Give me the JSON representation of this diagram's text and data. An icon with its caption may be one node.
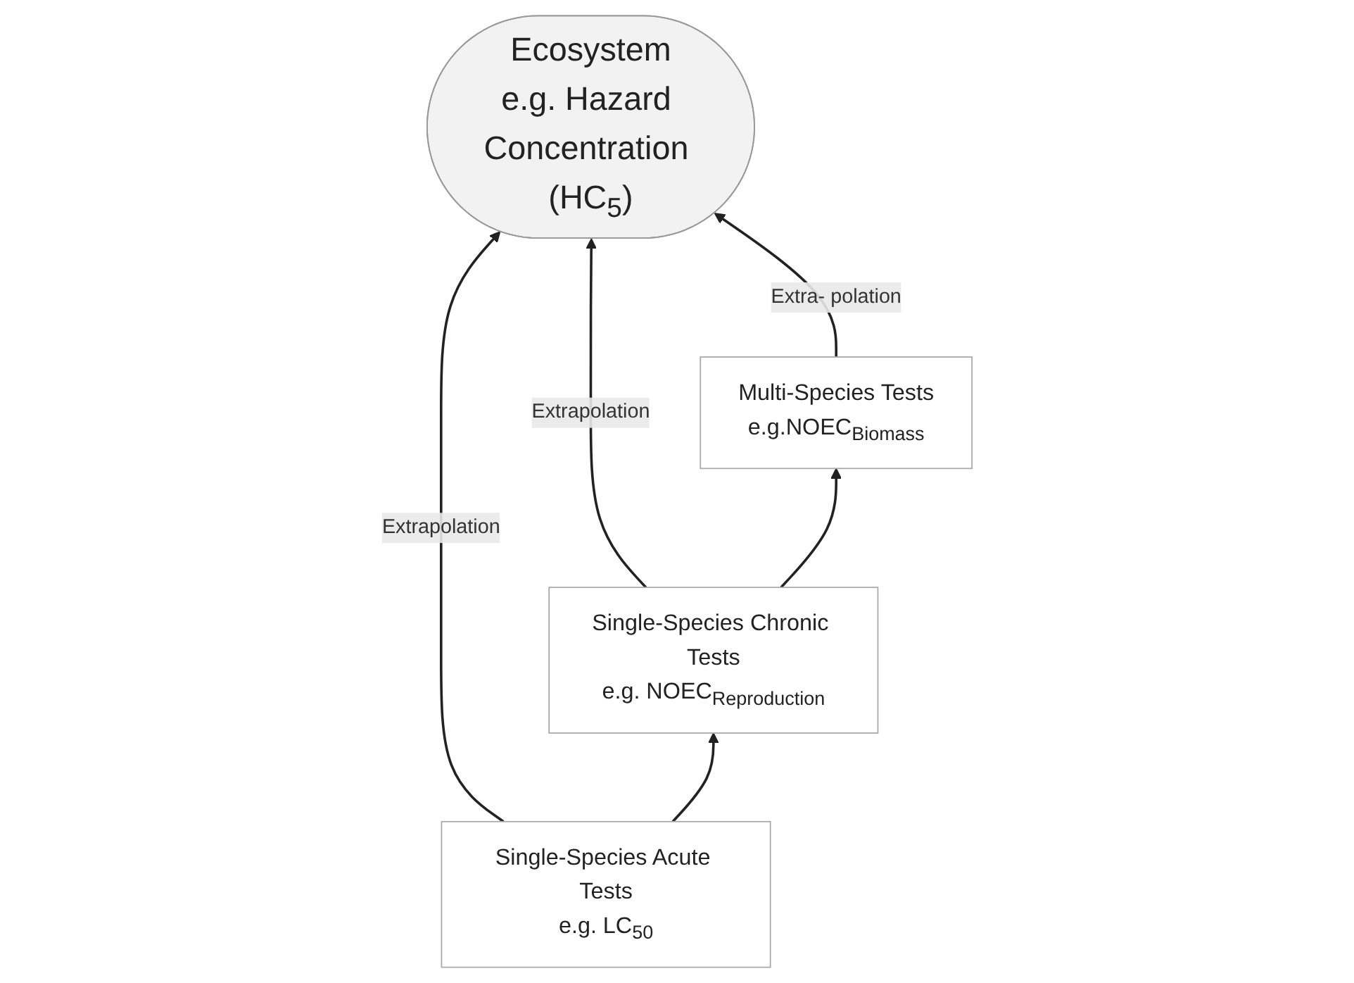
{
  "diagram": {
    "nodes": [
      {
        "text": [
          "Ecosystem",
          "e.g. Hazard Concentration (HC$_{5}$)"
        ]
      },
      {
        "text": [
          "Multi-Species Tests",
          "e.g.NOEC$_{Biomass}$"
        ]
      },
      {
        "text": [
          "Single-Species Chronic Tests",
          "e.g. NOEC$_{Reproduction}$"
        ]
      },
      {
        "text": [
          "Single-Species Acute Tests",
          "e.g. LC$_{50}$"
        ]
      }
    ],
    "edges": [
      {
        "from": 3,
        "to": 0,
        "arrow": "to",
        "label": "Extrapolation"
      },
      {
        "from": 3,
        "to": 2,
        "arrow": "to"
      },
      {
        "from": 2,
        "to": 0,
        "arrow": "to",
        "label": "Extrapolation"
      },
      {
        "from": 2,
        "to": 1,
        "arrow": "to"
      },
      {
        "from": 1,
        "to": 0,
        "arrow": "to",
        "label": "Extra- polation"
      }
    ]
  }
}
